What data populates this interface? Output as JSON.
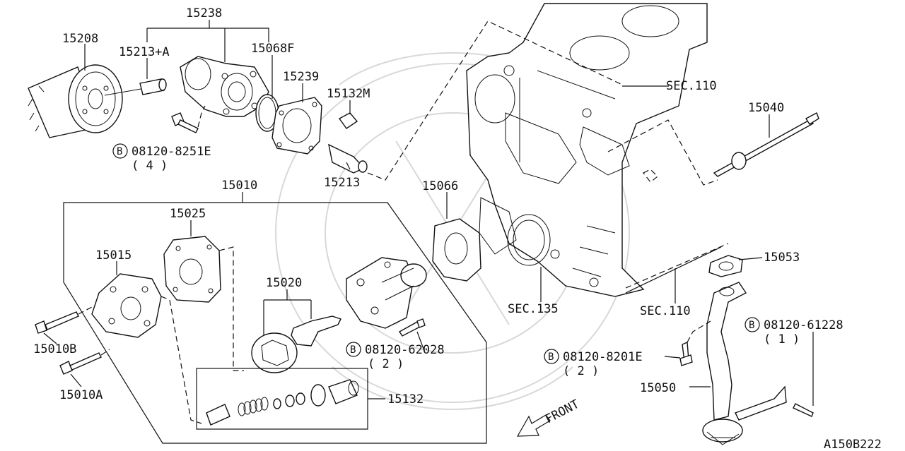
{
  "diagram": {
    "labels": {
      "p15238": "15238",
      "p15208": "15208",
      "p15213a": "15213+A",
      "p15068f": "15068F",
      "p15239": "15239",
      "p15132m": "15132M",
      "p15213": "15213",
      "b_8251e": "08120-8251E",
      "b_8251e_qty": "( 4 )",
      "sec110_top": "SEC.110",
      "p15040": "15040",
      "p15010": "15010",
      "p15025": "15025",
      "p15015": "15015",
      "p15020": "15020",
      "p15066": "15066",
      "p15053": "15053",
      "sec110_bot": "SEC.110",
      "sec135": "SEC.135",
      "b_61228": "08120-61228",
      "b_61228_qty": "( 1 )",
      "b_62028": "08120-62028",
      "b_62028_qty": "( 2 )",
      "b_8201e": "08120-8201E",
      "b_8201e_qty": "( 2 )",
      "p15010b": "15010B",
      "p15010a": "15010A",
      "p15132": "15132",
      "p15050": "15050",
      "front": "FRONT",
      "code": "A150B222"
    },
    "bolt_mark": "B"
  }
}
